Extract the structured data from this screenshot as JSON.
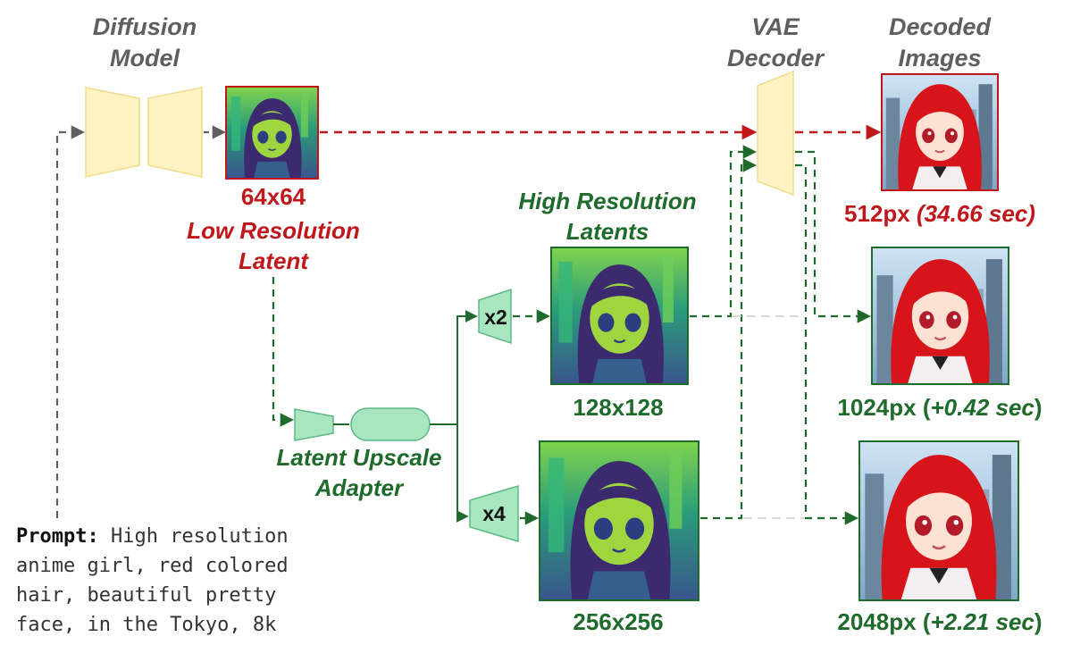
{
  "headers": {
    "diffusion_model": [
      "Diffusion",
      "Model"
    ],
    "vae_decoder": [
      "VAE",
      "Decoder"
    ],
    "decoded_images": [
      "Decoded",
      "Images"
    ]
  },
  "low_res": {
    "size": "64x64",
    "label": [
      "Low Resolution",
      "Latent"
    ]
  },
  "high_res": {
    "label": [
      "High Resolution",
      "Latents"
    ],
    "sizes": [
      "128x128",
      "256x256"
    ]
  },
  "adapter": {
    "label": [
      "Latent Upscale",
      "Adapter"
    ],
    "x2": "x2",
    "x4": "x4"
  },
  "outputs": [
    {
      "res": "512px ",
      "time": "(34.66 sec)"
    },
    {
      "res": "1024px (",
      "time": "+0.42 sec",
      "close": ")"
    },
    {
      "res": "2048px (",
      "time": "+2.21 sec",
      "close": ")"
    }
  ],
  "prompt": {
    "label": "Prompt:",
    "lines": [
      " High resolution",
      "anime girl, red colored",
      "hair, beautiful pretty",
      "face, in the Tokyo, 8k"
    ]
  },
  "colors": {
    "red": "#c0171b",
    "green": "#1e6b2b",
    "gray": "#5f5f5f",
    "module_yellow": "#fff3c4",
    "module_green": "#a8e6c0"
  },
  "icons": {
    "latent_image": "anime-girl-latent-thumbnail",
    "decoded_image": "anime-girl-decoded-thumbnail"
  }
}
